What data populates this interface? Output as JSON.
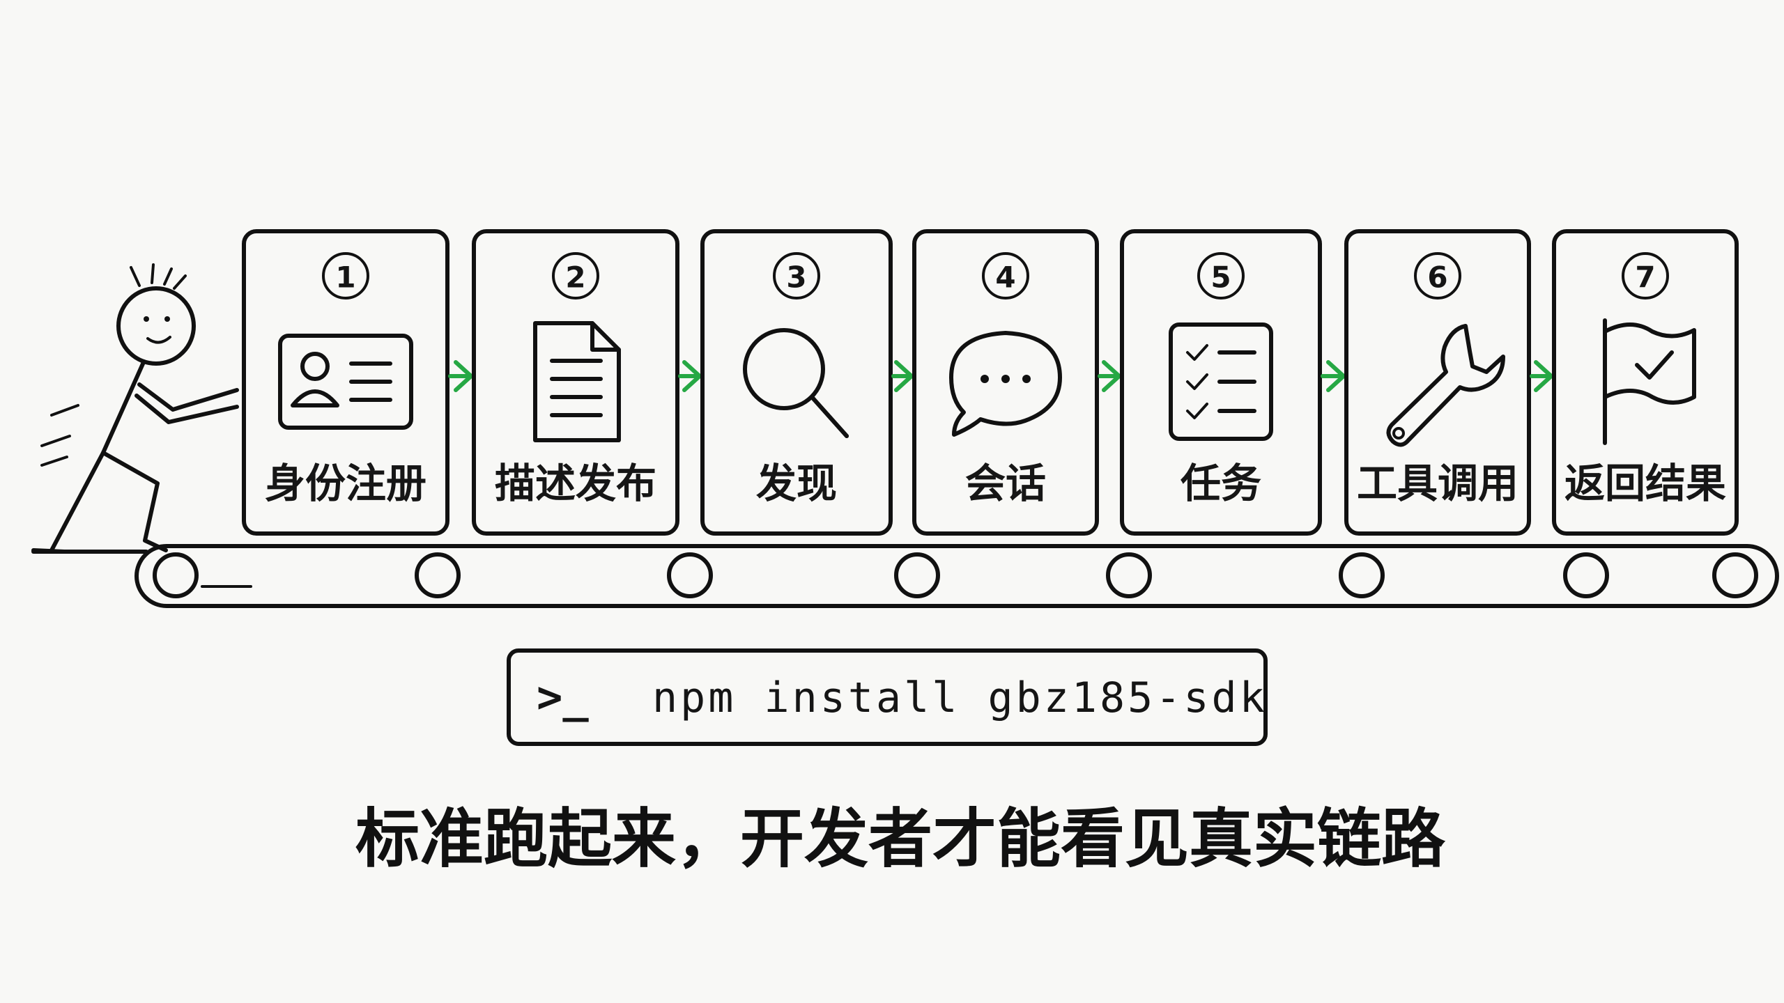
{
  "steps": [
    {
      "number": "1",
      "label": "身份注册",
      "icon": "id-card-icon"
    },
    {
      "number": "2",
      "label": "描述发布",
      "icon": "document-icon"
    },
    {
      "number": "3",
      "label": "发现",
      "icon": "magnifier-icon"
    },
    {
      "number": "4",
      "label": "会话",
      "icon": "chat-bubble-icon"
    },
    {
      "number": "5",
      "label": "任务",
      "icon": "checklist-icon"
    },
    {
      "number": "6",
      "label": "工具调用",
      "icon": "wrench-icon"
    },
    {
      "number": "7",
      "label": "返回结果",
      "icon": "flag-check-icon"
    }
  ],
  "terminal": {
    "prompt": ">_",
    "command": "npm install gbz185-sdk"
  },
  "caption": "标准跑起来，开发者才能看见真实链路",
  "colors": {
    "ink": "#111111",
    "arrow": "#26a844",
    "background": "#f8f8f6"
  }
}
